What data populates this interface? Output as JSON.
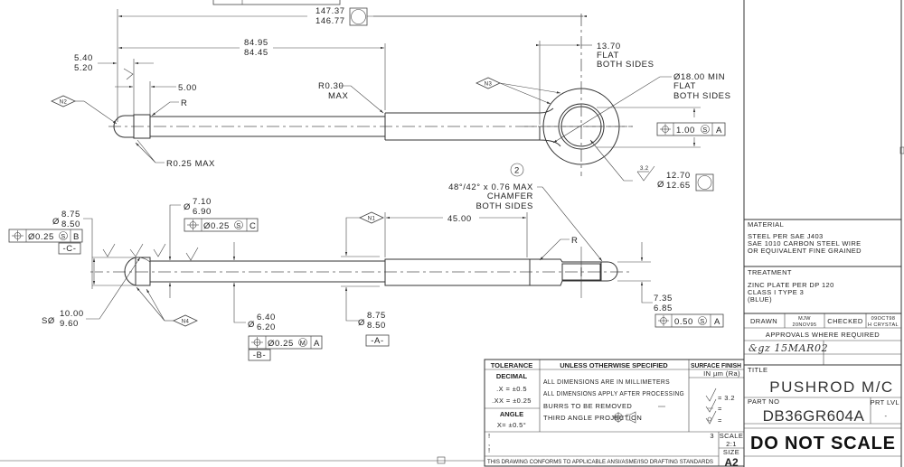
{
  "top_view": {
    "overall_length": [
      "147.37",
      "146.77"
    ],
    "rod_length": [
      "84.95",
      "84.45"
    ],
    "head_width": [
      "5.40",
      "5.20"
    ],
    "collar": "5.00",
    "radius_r": "R",
    "radius_030": [
      "R0.30",
      "MAX"
    ],
    "radius_025": "R0.25 MAX",
    "note_n2": "N2",
    "note_n3": "N3",
    "flat_width": [
      "13.70",
      "FLAT",
      "BOTH SIDES"
    ],
    "eye_flat": [
      "Ø18.00 MIN",
      "FLAT",
      "BOTH SIDES"
    ],
    "eye_fcf": {
      "tolerance": "1.00",
      "modifier": "S",
      "datum": "A"
    },
    "surface_value": "3.2",
    "bore_dia": [
      "Ø",
      "12.70",
      "12.65"
    ],
    "item_balloon": "2"
  },
  "bottom_view": {
    "head_dia": [
      "Ø",
      "8.75",
      "8.50"
    ],
    "head_fcf": {
      "tolerance": "Ø0.25",
      "modifier": "S",
      "datum": "B"
    },
    "datum_c": "-C-",
    "neck_dia": [
      "Ø",
      "7.10",
      "6.90"
    ],
    "neck_fcf": {
      "tolerance": "Ø0.25",
      "modifier": "S",
      "datum": "C"
    },
    "sphere_dia": [
      "SØ",
      "10.00",
      "9.60"
    ],
    "note_n4": "N4",
    "rod_dia": [
      "Ø",
      "6.40",
      "6.20"
    ],
    "rod_fcf": {
      "tolerance": "Ø0.25",
      "modifier": "M",
      "datum": "A"
    },
    "datum_b": "-B-",
    "shank_dia": [
      "Ø",
      "8.75",
      "8.50"
    ],
    "datum_a": "-A-",
    "note_n1": "N1",
    "shank_length": "45.00",
    "chamfer": [
      "48°/42° x 0.76 MAX",
      "CHAMFER",
      "BOTH SIDES"
    ],
    "radius_r": "R",
    "flat_thk": [
      "7.35",
      "6.85"
    ],
    "flat_fcf": {
      "tolerance": "0.50",
      "modifier": "S",
      "datum": "A"
    }
  },
  "tolerance_table": {
    "tolerance_header": "TOLERANCE",
    "decimal_label": "DECIMAL",
    "x_tol": ".X = ±0.5",
    "xx_tol": ".XX = ±0.25",
    "angle_label": "ANGLE",
    "angle_tol": "X= ±0.5°",
    "unless_header": "UNLESS OTHERWISE SPECIFIED",
    "notes": [
      "ALL DIMENSIONS ARE IN MILLIMETERS",
      "ALL DIMENSIONS APPLY AFTER PROCESSING",
      "BURRS TO BE REMOVED",
      "THIRD ANGLE PROJECTION"
    ],
    "surface_header": "SURFACE FINISH",
    "surface_units": "IN µm (Ra)",
    "surface_values": [
      "= 3.2",
      "=",
      "="
    ],
    "conformance": "THIS DRAWING CONFORMS TO APPLICABLE ANSI/ASME/ISO DRAFTING STANDARDS",
    "sheet_mark": "3",
    "scale_label": "SCALE",
    "scale_value": "2:1",
    "size_label": "SIZE",
    "size_value": "A2"
  },
  "title_block": {
    "material_label": "MATERIAL",
    "material_lines": [
      "STEEL PER SAE J403",
      "SAE 1010 CARBON STEEL WIRE",
      "OR EQUIVALENT FINE GRAINED"
    ],
    "treatment_label": "TREATMENT",
    "treatment_lines": [
      "ZINC PLATE PER DP 120",
      "CLASS I TYPE 3",
      "(BLUE)"
    ],
    "drawn_label": "DRAWN",
    "drawn_by": [
      "MJW",
      "20NOV95"
    ],
    "checked_label": "CHECKED",
    "checked_by": [
      "09OCT98",
      "H CRYSTAL"
    ],
    "approvals": "APPROVALS WHERE REQUIRED",
    "signature": "&gz 15MAR02",
    "title_label": "TITLE",
    "title": "PUSHROD M/C",
    "part_no_label": "PART NO",
    "part_no": "DB36GR604A",
    "prt_lvl_label": "PRT LVL",
    "prt_lvl": "-",
    "warning": "DO NOT SCALE"
  }
}
